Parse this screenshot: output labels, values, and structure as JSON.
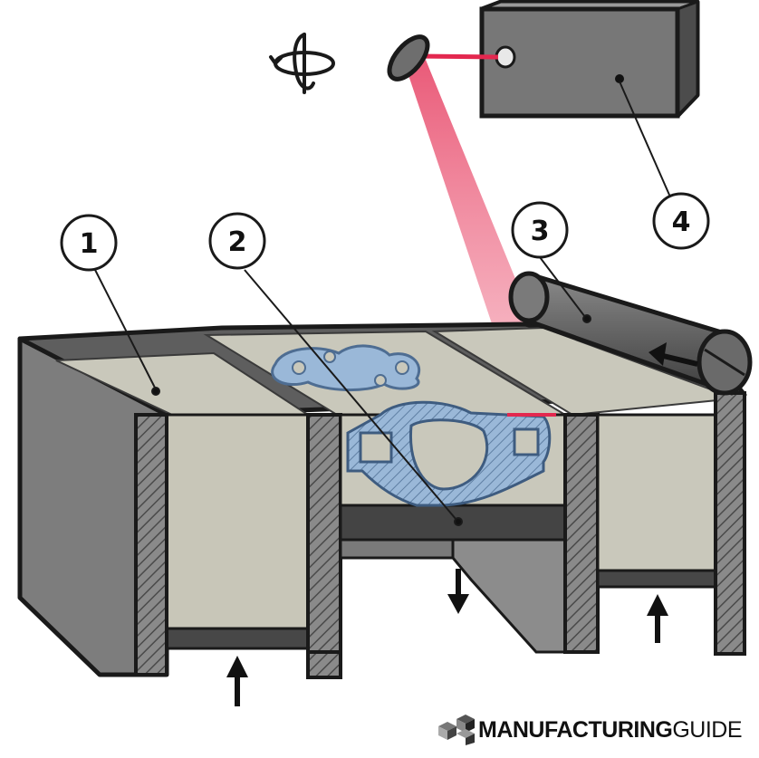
{
  "callouts": [
    {
      "label": "1"
    },
    {
      "label": "2"
    },
    {
      "label": "3"
    },
    {
      "label": "4"
    }
  ],
  "brand": {
    "bold": "MANUFACTURING",
    "light": "GUIDE"
  },
  "colors": {
    "powder": "#c9c8bb",
    "wall": "#8e8e8e",
    "wall_dark": "#6b6b6b",
    "part": "#9ab8d8",
    "laser": "#e3284f",
    "outline": "#1a1a1a"
  },
  "icons": [
    "rotate-icon",
    "mirror-icon",
    "roller-arrow-icon",
    "platform-down-arrow-icon",
    "platform-up-arrow-icon",
    "brand-cube-icon"
  ]
}
